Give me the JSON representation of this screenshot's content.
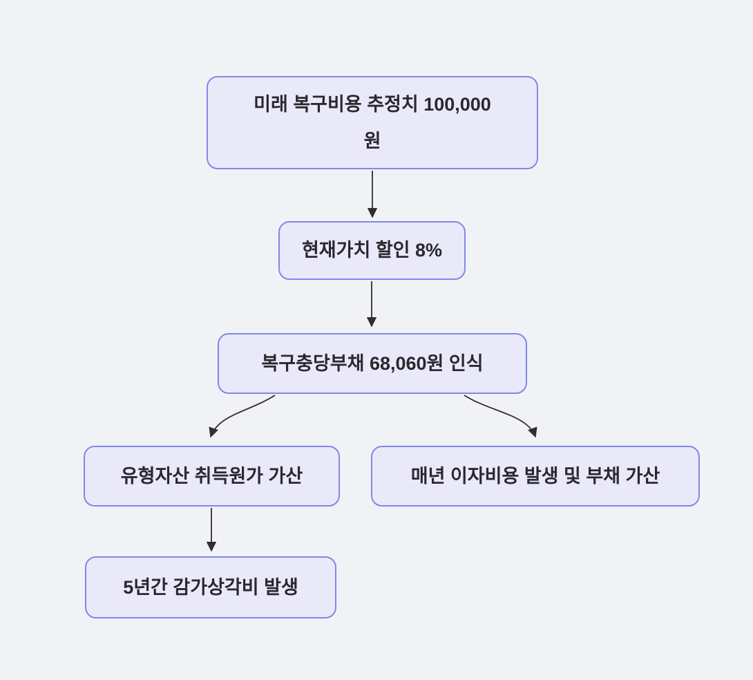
{
  "diagram": {
    "type": "flowchart",
    "direction": "top-down",
    "colors": {
      "background": "#F1F2F6",
      "node_fill": "#E9E9FA",
      "node_border": "#8286E8",
      "arrow": "#2E2E34",
      "text": "#28282E"
    },
    "nodes": [
      {
        "id": "A",
        "label": "미래 복구비용 추정치 100,000\n원"
      },
      {
        "id": "B",
        "label": "현재가치 할인 8%"
      },
      {
        "id": "C",
        "label": "복구충당부채 68,060원 인식"
      },
      {
        "id": "D",
        "label": "유형자산 취득원가 가산"
      },
      {
        "id": "E",
        "label": "매년 이자비용 발생 및 부채 가산"
      },
      {
        "id": "F",
        "label": "5년간 감가상각비 발생"
      }
    ],
    "edges": [
      {
        "from": "A",
        "to": "B"
      },
      {
        "from": "B",
        "to": "C"
      },
      {
        "from": "C",
        "to": "D"
      },
      {
        "from": "C",
        "to": "E"
      },
      {
        "from": "D",
        "to": "F"
      }
    ]
  }
}
